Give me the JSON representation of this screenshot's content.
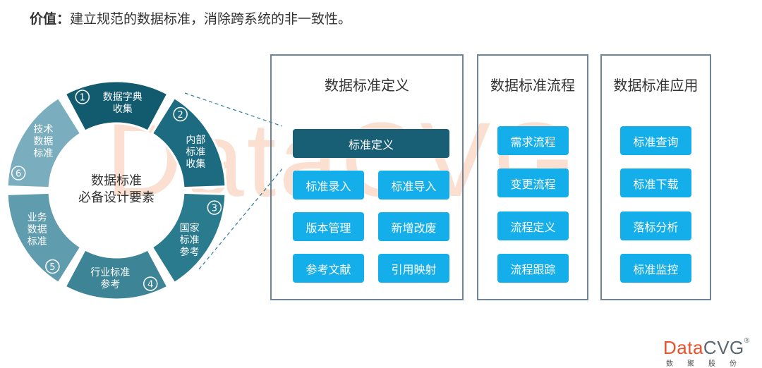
{
  "header": {
    "label": "价值：",
    "text": "建立规范的数据标准，消除跨系统的非一致性。"
  },
  "watermark": "DataCVG",
  "cycle": {
    "center": [
      "数据标准",
      "必备设计要素"
    ],
    "segments": [
      {
        "num": "①",
        "lines": [
          "数据字典",
          "收集"
        ]
      },
      {
        "num": "②",
        "lines": [
          "内部",
          "标准",
          "收集"
        ]
      },
      {
        "num": "③",
        "lines": [
          "国家",
          "标准",
          "参考"
        ]
      },
      {
        "num": "④",
        "lines": [
          "行业标准",
          "参考"
        ]
      },
      {
        "num": "⑤",
        "lines": [
          "业务",
          "数据",
          "标准"
        ]
      },
      {
        "num": "⑥",
        "lines": [
          "技术",
          "数据",
          "标准"
        ]
      }
    ]
  },
  "panels": {
    "definition": {
      "title": "数据标准定义",
      "main": "标准定义",
      "items": [
        "标准录入",
        "标准导入",
        "版本管理",
        "新增改废",
        "参考文献",
        "引用映射"
      ]
    },
    "process": {
      "title": "数据标准流程",
      "items": [
        "需求流程",
        "变更流程",
        "流程定义",
        "流程跟踪"
      ]
    },
    "application": {
      "title": "数据标准应用",
      "items": [
        "标准查询",
        "标准下载",
        "落标分析",
        "标准监控"
      ]
    }
  },
  "logo": {
    "data": "Data",
    "cvg": "CVG",
    "reg": "®",
    "sub": "数聚股份"
  },
  "colors": {
    "ring": [
      "#125a6e",
      "#1d6b80",
      "#2a7b8e",
      "#3d8596",
      "#5f9cae",
      "#7aaebe"
    ],
    "button": "#14aeea",
    "button_dark": "#185e74",
    "panel_border": "#6d8597"
  }
}
